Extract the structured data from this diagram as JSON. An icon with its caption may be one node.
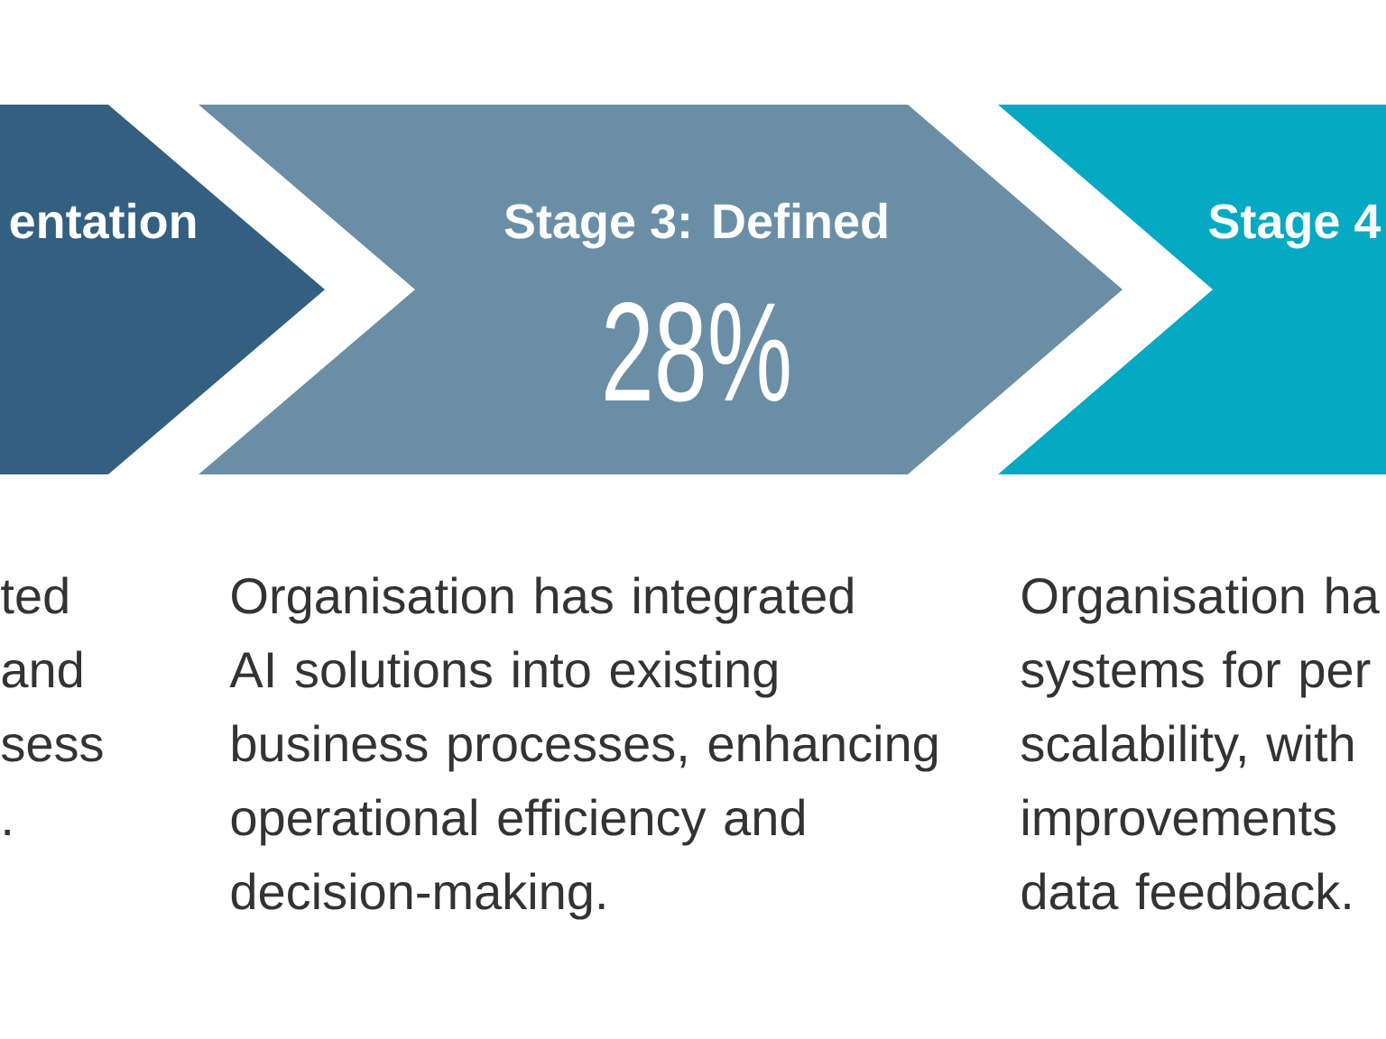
{
  "diagram": {
    "nodes": [
      {
        "text": [
          "entation"
        ],
        "beside": [
          "ted and sess ."
        ]
      },
      {
        "text": [
          "Stage 3: Defined",
          "28%"
        ],
        "beside": [
          "Organisation has integrated AI solutions into existing business processes, enhancing operational efficiency and decision-making."
        ]
      },
      {
        "text": [
          "Stage 4"
        ],
        "beside": [
          "Organisation ha systems for per scalability, with improvements data feedback."
        ]
      }
    ]
  }
}
